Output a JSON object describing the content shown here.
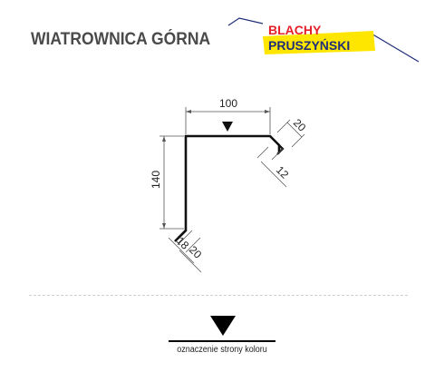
{
  "header": {
    "title": "WIATROWNICA GÓRNA",
    "logo": {
      "line1": "BLACHY",
      "line2": "PRUSZYŃSKI",
      "colors": {
        "red": "#e4202a",
        "yellow": "#ffe600",
        "blue": "#1f2d7a"
      }
    }
  },
  "drawing": {
    "dim_top": "100",
    "dim_left": "140",
    "dim_hem_right_a": "20",
    "dim_hem_right_b": "12",
    "dim_hem_bottom_a": "18",
    "dim_hem_bottom_b": "20"
  },
  "legend": {
    "label": "oznaczenie strony koloru"
  }
}
